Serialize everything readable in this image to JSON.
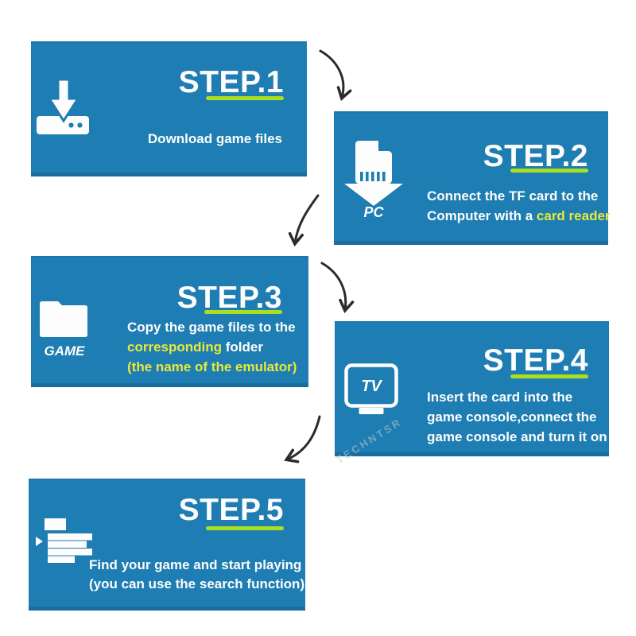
{
  "colors": {
    "box_blue": "#1e7db2",
    "underline_green": "#aadf20",
    "highlight_yellow": "#e9e93a",
    "text_white": "#fdfdfd",
    "arrow_dark": "#2b2b2b"
  },
  "steps": [
    {
      "title": "STEP.1",
      "icon": "download-icon",
      "caption": "Download game files"
    },
    {
      "title": "STEP.2",
      "icon": "tf-card-icon",
      "icon_label": "PC",
      "line1": "Connect the TF card to the",
      "line2_white": "Computer with a ",
      "line2_yellow": "card reader"
    },
    {
      "title": "STEP.3",
      "icon": "folder-icon",
      "icon_label": "GAME",
      "line1": "Copy the game files to the",
      "line2_yellow": "corresponding",
      "line2_white": " folder",
      "line3": "(the name of the emulator)"
    },
    {
      "title": "STEP.4",
      "icon": "tv-icon",
      "icon_label": "TV",
      "line1": "Insert the card into the",
      "line2": "game console,connect the",
      "line3": "game console and turn it on"
    },
    {
      "title": "STEP.5",
      "icon": "game-list-icon",
      "line1": "Find your game and start playing",
      "line2": "(you can use the search function)"
    }
  ],
  "watermark": "TECHNTSR"
}
